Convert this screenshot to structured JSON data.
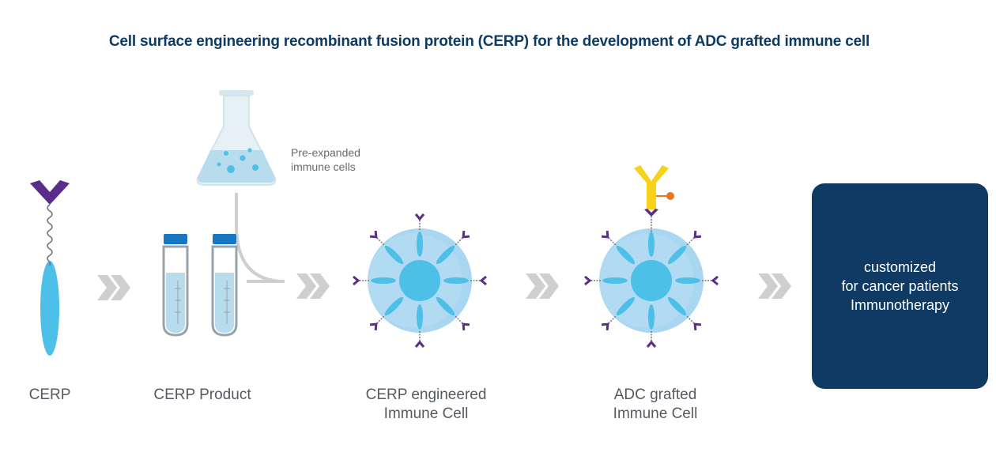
{
  "title": "Cell surface engineering recombinant fusion protein (CERP) for the development of ADC grafted immune cell",
  "steps": {
    "cerp": "CERP",
    "product": "CERP Product",
    "engineered_line1": "CERP engineered",
    "engineered_line2": "Immune Cell",
    "adc_line1": "ADC grafted",
    "adc_line2": "Immune Cell"
  },
  "flask_label": {
    "line1": "Pre-expanded",
    "line2": "immune cells"
  },
  "result": {
    "line1": "customized",
    "line2": "for cancer patients",
    "line3": "Immunotherapy"
  },
  "colors": {
    "navy": "#0e3a63",
    "purple": "#5b2d8a",
    "cyan": "#4cc0e6",
    "cell_outer": "#a9d6f0",
    "arrow_gray": "#cfcfcf",
    "antibody_yellow": "#f7d21b",
    "payload_orange": "#e8771e"
  }
}
